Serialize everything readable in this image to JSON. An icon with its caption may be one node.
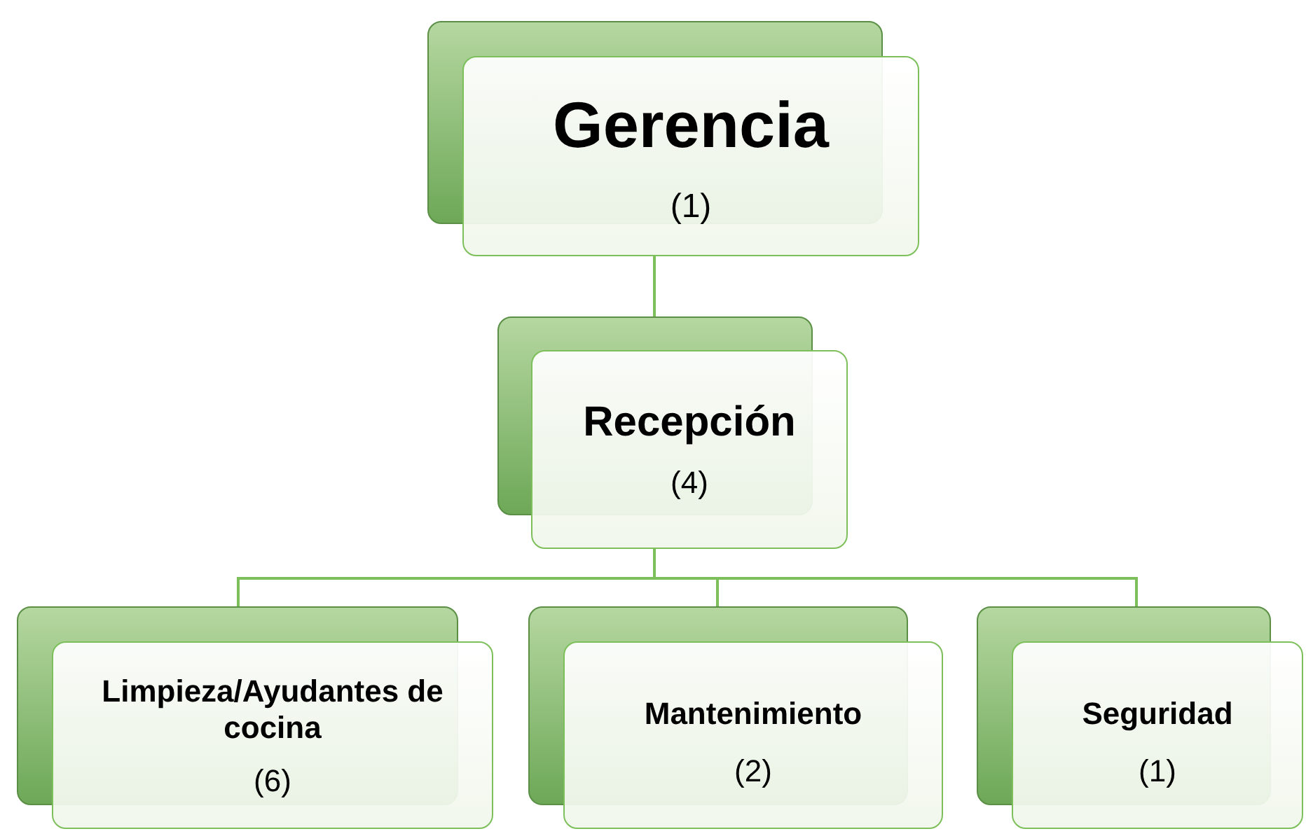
{
  "diagram": {
    "nodes": [
      {
        "text": [
          "Gerencia",
          "(1)"
        ]
      },
      {
        "text": [
          "Recepción",
          "(4)"
        ]
      },
      {
        "text": [
          "Limpieza/Ayudantes de cocina",
          "(6)"
        ]
      },
      {
        "text": [
          "Mantenimiento",
          "(2)"
        ]
      },
      {
        "text": [
          "Seguridad",
          "(1)"
        ]
      }
    ],
    "edges": [
      {
        "from": 0,
        "to": 1,
        "arrow": "none"
      },
      {
        "from": 1,
        "to": 2,
        "arrow": "none"
      },
      {
        "from": 1,
        "to": 3,
        "arrow": "none"
      },
      {
        "from": 1,
        "to": 4,
        "arrow": "none"
      }
    ]
  }
}
